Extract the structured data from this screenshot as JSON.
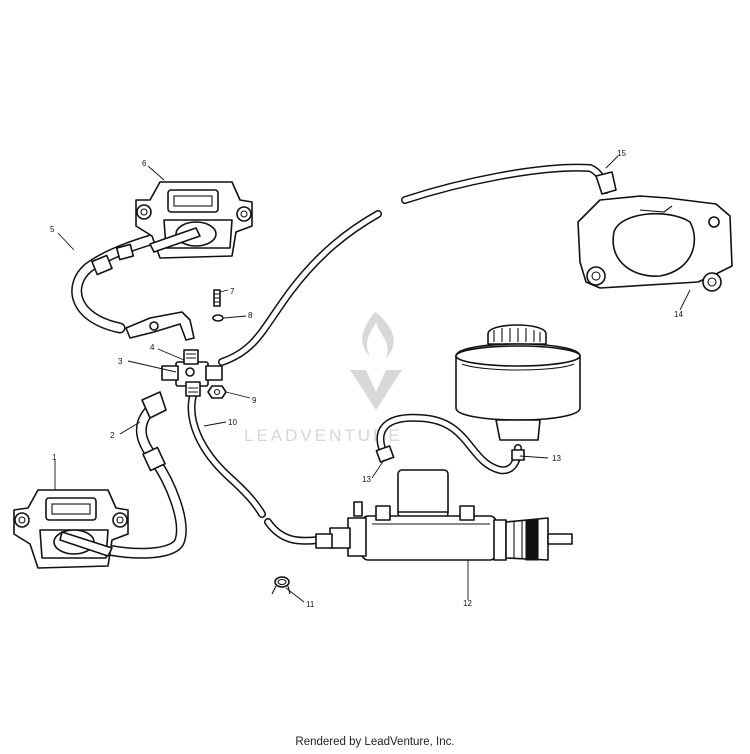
{
  "watermark": {
    "brand": "LEADVENTURE"
  },
  "callouts": [
    "1",
    "2",
    "3",
    "4",
    "5",
    "6",
    "7",
    "8",
    "9",
    "10",
    "11",
    "12",
    "13",
    "13",
    "14",
    "15"
  ],
  "footer": {
    "credit": "Rendered by LeadVenture, Inc."
  },
  "colors": {
    "line": "#111111",
    "background": "#ffffff",
    "watermark": "#d6d6d6"
  }
}
